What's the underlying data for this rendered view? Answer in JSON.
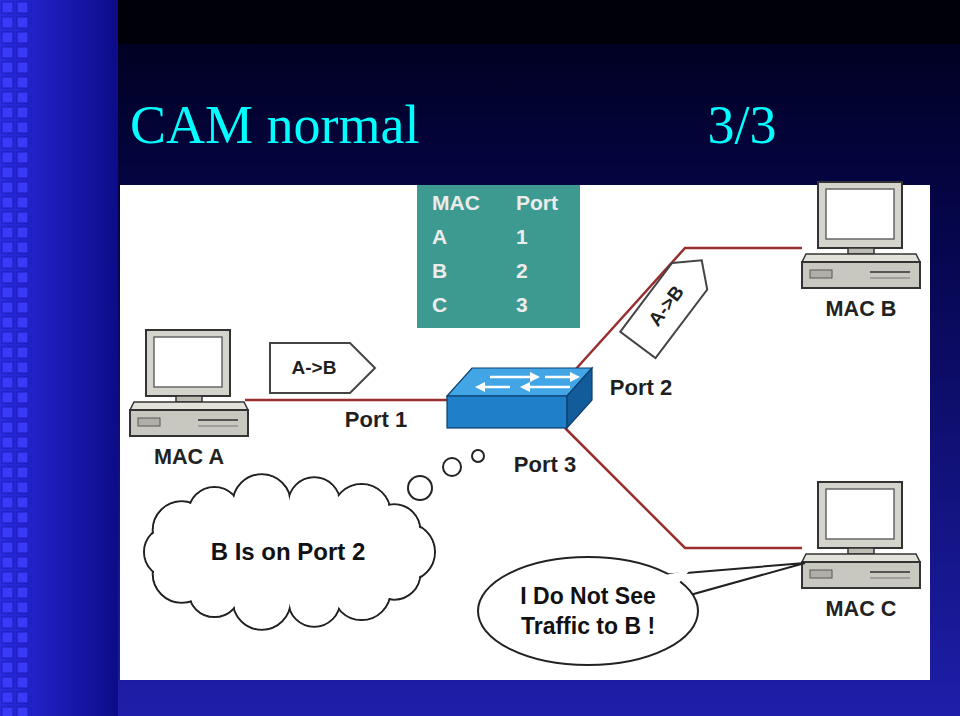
{
  "diagram": {
    "title": "CAM normal",
    "nodes": [
      {
        "text": [
          "MAC",
          "Port",
          "A",
          "1",
          "B",
          "2",
          "C",
          "3"
        ]
      },
      {
        "text": [
          "MAC B"
        ]
      },
      {
        "text": [
          "MAC A"
        ]
      },
      {
        "text": [
          "B Is on Port 2"
        ]
      },
      {
        "text": [
          "MAC C"
        ]
      },
      {
        "text": [
          "I Do Not See Traffic to B !"
        ]
      }
    ],
    "labels": [
      "3/3",
      "A->B",
      "Port 1",
      "A->B",
      "Port 2",
      "Port 3"
    ]
  }
}
